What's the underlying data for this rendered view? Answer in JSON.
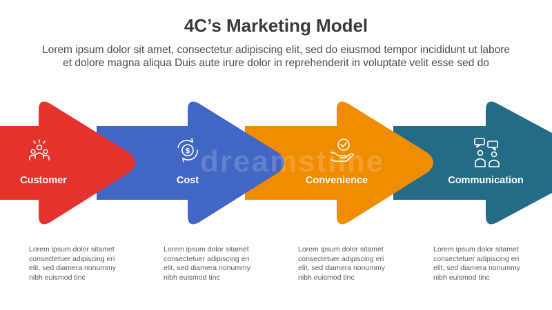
{
  "header": {
    "title": "4C’s Marketing Model",
    "subtitle_line1": "Lorem ipsum dolor sit amet, consectetur adipiscing elit, sed do eiusmod tempor incididunt ut labore",
    "subtitle_line2": "et dolore magna aliqua Duis aute irure dolor in reprehenderit in voluptate velit esse sed do"
  },
  "steps": [
    {
      "label": "Customer",
      "icon": "people-group-icon",
      "color": "#e5322d",
      "description": [
        "Lorem ipsum dolor sitamet",
        "consectetuer adipiscing eri",
        "elit, sed diamera nonummy",
        "nibh euismod tinc"
      ]
    },
    {
      "label": "Cost",
      "icon": "dollar-cycle-icon",
      "color": "#4266c4",
      "description": [
        "Lorem ipsum dolor sitamet",
        "consectetuer adipiscing eri",
        "elit, sed diamera nonummy",
        "nibh euismod tinc"
      ]
    },
    {
      "label": "Convenience",
      "icon": "hand-check-icon",
      "color": "#f08c00",
      "description": [
        "Lorem ipsum dolor sitamet",
        "consectetuer adipiscing eri",
        "elit, sed diamera nonummy",
        "nibh euismod tinc"
      ]
    },
    {
      "label": "Communication",
      "icon": "people-chat-icon",
      "color": "#246b86",
      "description": [
        "Lorem ipsum dolor sitamet",
        "consectetuer adipiscing eri",
        "elit, sed diamera nonummy",
        "nibh euismod tinc"
      ]
    }
  ],
  "watermark": "dreamstime"
}
